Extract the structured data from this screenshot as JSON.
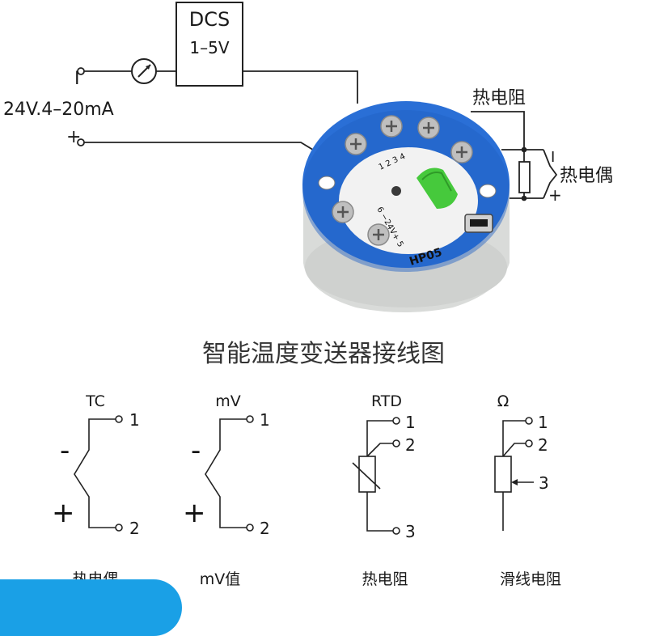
{
  "title": "智能温度变送器接线图",
  "top": {
    "dcs_label": "DCS",
    "dcs_range": "1–5V",
    "supply_label": "24V.4–20mA",
    "minus_sign": "I",
    "plus_sign": "+",
    "rtd_label": "热电阻",
    "tc_label": "热电偶",
    "tc_minus": "I",
    "tc_plus": "+"
  },
  "device": {
    "model": "HP05",
    "terminals_top": "1 2 3 4",
    "terminals_power": "6 −24V+ 5"
  },
  "schematics": [
    {
      "header": "TC",
      "pin_top": "1",
      "pin_bottom": "2",
      "minus": "-",
      "plus": "+",
      "caption": "热电偶"
    },
    {
      "header": "mV",
      "pin_top": "1",
      "pin_bottom": "2",
      "minus": "-",
      "plus": "+",
      "caption": "mV值"
    },
    {
      "header": "RTD",
      "pin_1": "1",
      "pin_2": "2",
      "pin_3": "3",
      "caption": "热电阻"
    },
    {
      "header": "Ω",
      "pin_1": "1",
      "pin_2": "2",
      "pin_3": "3",
      "caption": "滑线电阻"
    }
  ]
}
